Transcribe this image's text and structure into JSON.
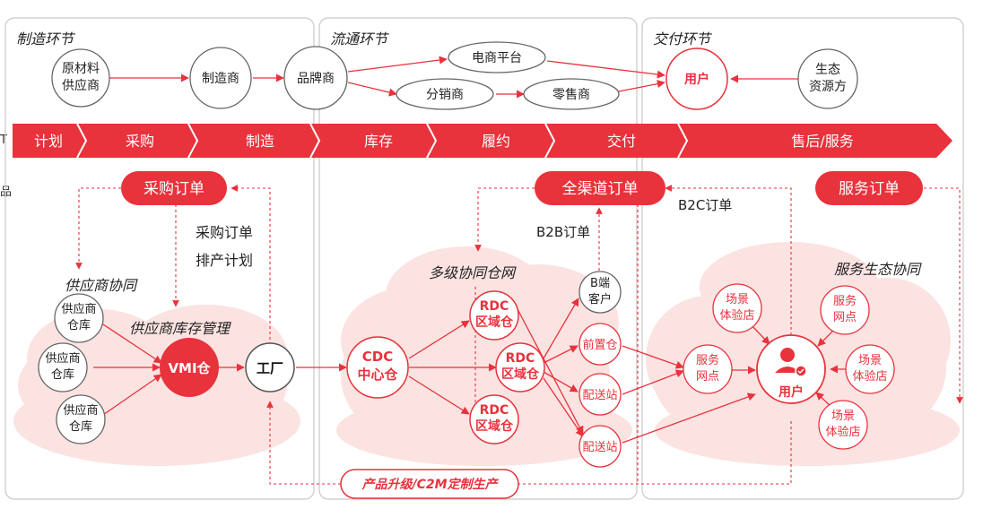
{
  "colors": {
    "accent": "#e8323c",
    "cloud": "#fbe3e2",
    "panel_border": "#c8c8c8",
    "gray_node": "#666666"
  },
  "sections": {
    "manufacturing": "制造环节",
    "circulation": "流通环节",
    "delivery": "交付环节"
  },
  "top_nodes": {
    "raw_l1": "原材料",
    "raw_l2": "供应商",
    "manufacturer": "制造商",
    "brand": "品牌商",
    "ecommerce": "电商平台",
    "distributor": "分销商",
    "retailer": "零售商",
    "user": "用户",
    "eco_l1": "生态",
    "eco_l2": "资源方"
  },
  "process_bar": [
    "计划",
    "采购",
    "制造",
    "库存",
    "履约",
    "交付",
    "售后/服务"
  ],
  "orders": {
    "purchase": "采购订单",
    "omni": "全渠道订单",
    "service": "服务订单"
  },
  "labels": {
    "purchase_order": "采购订单",
    "production_plan": "排产计划",
    "b2b": "B2B订单",
    "b2c": "B2C订单",
    "supplier_collab": "供应商协同",
    "vmi_mgmt": "供应商库存管理",
    "warehouse_network": "多级协同仓网",
    "service_eco": "服务生态协同",
    "upgrade": "产品升级/C2M定制生产"
  },
  "nodes": {
    "supplier_wh": [
      "供应商",
      "仓库"
    ],
    "vmi": "VMI仓",
    "factory": "工厂",
    "cdc": [
      "CDC",
      "中心仓"
    ],
    "rdc": [
      "RDC",
      "区域仓"
    ],
    "b_client": [
      "B端",
      "客户"
    ],
    "front_wh": "前置仓",
    "delivery_station": "配送站",
    "service_point": [
      "服务",
      "网点"
    ],
    "experience_store": [
      "场景",
      "体验店"
    ],
    "user": "用户"
  },
  "edge_marks": {
    "left_a": "T",
    "left_b": "品"
  }
}
